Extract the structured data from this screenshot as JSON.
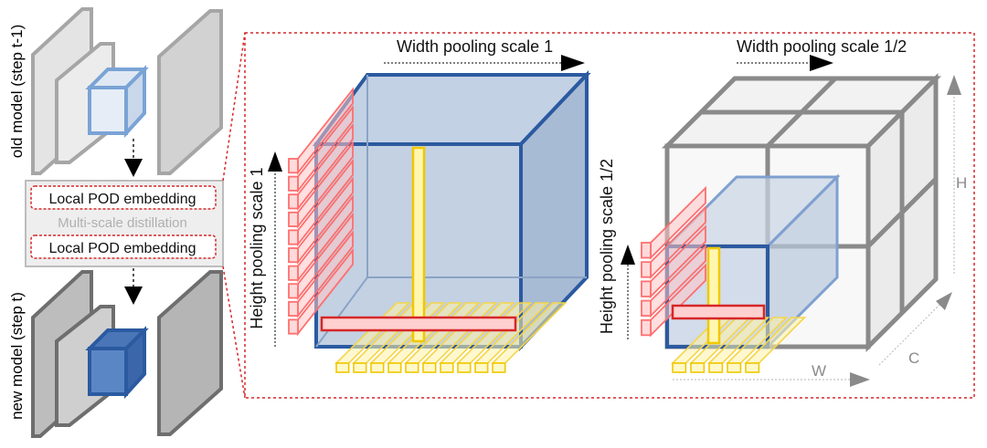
{
  "left_panel": {
    "old_model_label": "old model (step t-1)",
    "new_model_label": "new model (step t)",
    "pod_top": "Local POD embedding",
    "distillation": "Multi-scale distillation",
    "pod_bottom": "Local POD embedding"
  },
  "scale1_panel": {
    "width_label": "Width pooling scale 1",
    "height_label": "Height pooling scale 1",
    "pool_bars": 10
  },
  "scale_half_panel": {
    "width_label": "Width pooling scale 1/2",
    "height_label": "Height pooling scale 1/2",
    "pool_bars": 5
  },
  "axes": {
    "h": "H",
    "w": "W",
    "c": "C"
  },
  "colors": {
    "accent_red": "#d62728",
    "pool_red": "#ff6f6f",
    "pool_yellow": "#f5d000",
    "blue_dark": "#2b5aa0",
    "blue_light": "#aebfd6",
    "gray_dark": "#6b6b6b",
    "gray_mid": "#9a9a9a"
  }
}
